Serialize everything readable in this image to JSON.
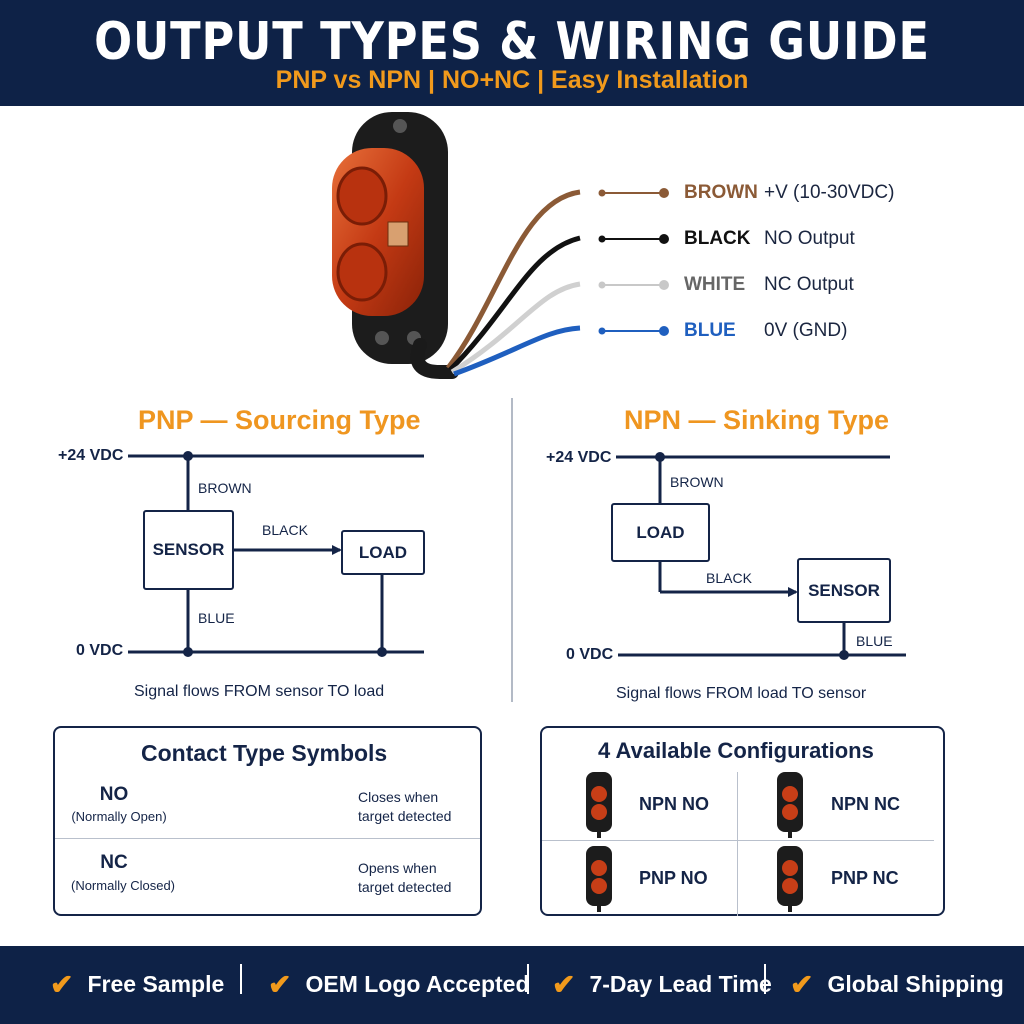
{
  "header": {
    "title": "OUTPUT TYPES & WIRING GUIDE",
    "subtitle": "PNP vs NPN | NO+NC | Easy Installation"
  },
  "wires": [
    {
      "name": "BROWN",
      "desc": "+V (10-30VDC)",
      "color": "#8b5a36"
    },
    {
      "name": "BLACK",
      "desc": "NO Output",
      "color": "#111111"
    },
    {
      "name": "WHITE",
      "desc": "NC Output",
      "color": "#9a9a9a"
    },
    {
      "name": "BLUE",
      "desc": "0V (GND)",
      "color": "#1f5fbf"
    }
  ],
  "pnp": {
    "title": "PNP — Sourcing Type",
    "v24": "+24 VDC",
    "v0": "0 VDC",
    "brown": "BROWN",
    "black": "BLACK",
    "blue": "BLUE",
    "sensor": "SENSOR",
    "load": "LOAD",
    "caption": "Signal flows FROM sensor TO load"
  },
  "npn": {
    "title": "NPN — Sinking Type",
    "v24": "+24 VDC",
    "v0": "0 VDC",
    "brown": "BROWN",
    "black": "BLACK",
    "blue": "BLUE",
    "sensor": "SENSOR",
    "load": "LOAD",
    "caption": "Signal flows FROM load TO sensor"
  },
  "contact": {
    "title": "Contact Type Symbols",
    "no": {
      "label": "NO",
      "sub": "(Normally Open)",
      "desc1": "Closes when",
      "desc2": "target detected"
    },
    "nc": {
      "label": "NC",
      "sub": "(Normally Closed)",
      "desc1": "Opens when",
      "desc2": "target detected"
    }
  },
  "configs": {
    "title": "4 Available Configurations",
    "items": [
      "NPN NO",
      "NPN NC",
      "PNP NO",
      "PNP NC"
    ]
  },
  "footer": {
    "items": [
      "Free Sample",
      "OEM Logo Accepted",
      "7-Day Lead Time",
      "Global Shipping"
    ]
  },
  "colors": {
    "navy": "#0e2247",
    "orange": "#f19a1c",
    "lens": "#d2461c"
  }
}
